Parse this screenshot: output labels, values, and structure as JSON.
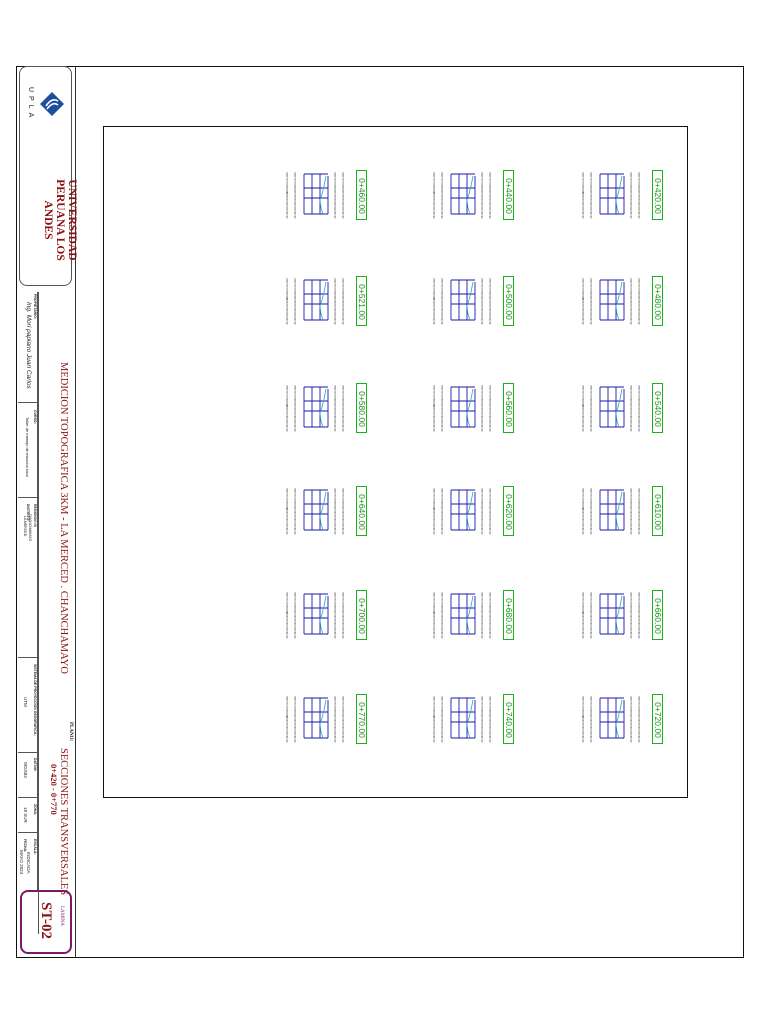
{
  "logo": {
    "acronym": "UPLA",
    "name": "UNIVERSIDAD PERUANA LOS ANDES",
    "brand_color": "#1c4f9c"
  },
  "title_block": {
    "project": "MEDICION TOPOGRAFICA 3KM - LA MERCED . CHANCHAMAYO",
    "plan_label": "PLANO:",
    "plan_title": "SECCIONES TRANSVERSALES",
    "plan_range": "0+420 - 0+770",
    "sheet_label": "LAMINA",
    "sheet_number": "ST-02",
    "fields": {
      "author_label": "PROPIETARIO:",
      "author": "Ing. Mori papiano Juan Carlos",
      "course_label": "CURSO:",
      "course": "Taller de manejo de estacion total",
      "location_label": "REGION:",
      "location_lines": [
        "JUNIN",
        "CHANCHAMAYO",
        "LA MERCED"
      ],
      "district_label": "DISTRITO:",
      "system_label": "SISTEMA DE PROYECCION GEOGRAFICA:",
      "system": "UTM",
      "datum_label": "DATUM:",
      "datum": "WGS84",
      "zone_label": "ZONA:",
      "zone": "18 SUR",
      "scale_label": "ESCALA:",
      "scale": "INDICADA",
      "date_label": "FECHA:",
      "date": "MAYO 2024"
    }
  },
  "colors": {
    "frame": "#111111",
    "section_label": "#109010",
    "section_line": "#1a1aa8",
    "title_red": "#8b1010",
    "sheet_badge_border": "#7a1a6a"
  },
  "sections": {
    "columns": [
      [
        "0+420.00",
        "0+480.00",
        "0+540.00",
        "0+610.00",
        "0+660.00",
        "0+720.00"
      ],
      [
        "0+440.00",
        "0+500.00",
        "0+560.00",
        "0+620.00",
        "0+680.00",
        "0+740.00"
      ],
      [
        "0+460.00",
        "0+521.00",
        "0+580.00",
        "0+640.00",
        "0+700.00",
        "0+770.00"
      ]
    ],
    "elevation_ticks": [
      "780",
      "775",
      "770",
      "765",
      "760",
      "755",
      "750",
      "745",
      "740",
      "735",
      "730"
    ],
    "offset_zero": "0"
  }
}
